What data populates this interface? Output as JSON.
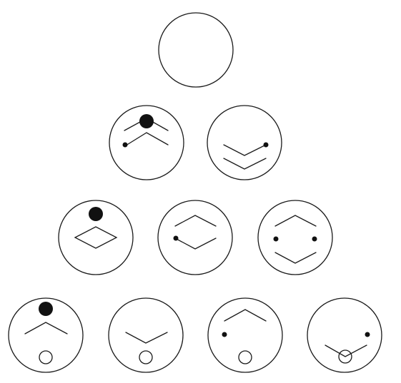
{
  "diagram": {
    "type": "triangular-glyph-arrangement",
    "rows": 4,
    "colors": {
      "stroke": "#1a1a1a",
      "fill": "#111111",
      "background": "#ffffff"
    },
    "circles": [
      {
        "id": "r1c1",
        "row": 1,
        "features": []
      },
      {
        "id": "r2c1",
        "row": 2,
        "features": [
          "big-dot",
          "chevron-up",
          "chevron-up",
          "small-dot"
        ]
      },
      {
        "id": "r2c2",
        "row": 2,
        "features": [
          "chevron-down",
          "chevron-down",
          "small-dot"
        ]
      },
      {
        "id": "r3c1",
        "row": 3,
        "features": [
          "big-dot",
          "diamond"
        ]
      },
      {
        "id": "r3c2",
        "row": 3,
        "features": [
          "hexagon-open",
          "small-dot"
        ]
      },
      {
        "id": "r3c3",
        "row": 3,
        "features": [
          "hexagon-open",
          "small-dot",
          "small-dot"
        ]
      },
      {
        "id": "r4c1",
        "row": 4,
        "features": [
          "big-dot",
          "chevron-up",
          "small-circle"
        ]
      },
      {
        "id": "r4c2",
        "row": 4,
        "features": [
          "chevron-down",
          "small-circle"
        ]
      },
      {
        "id": "r4c3",
        "row": 4,
        "features": [
          "chevron-up",
          "small-dot",
          "small-circle"
        ]
      },
      {
        "id": "r4c4",
        "row": 4,
        "features": [
          "chevron-down",
          "small-dot",
          "small-circle"
        ]
      }
    ]
  }
}
